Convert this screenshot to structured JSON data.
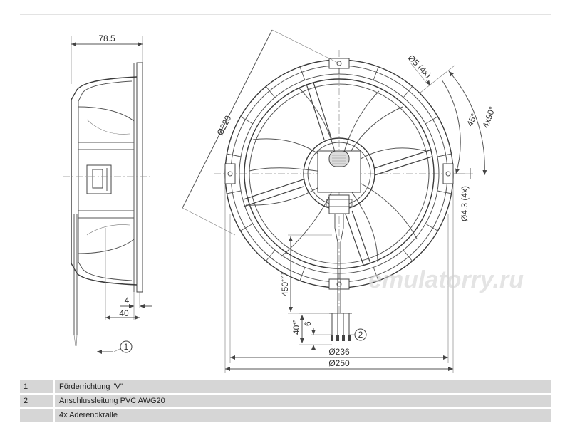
{
  "drawing": {
    "side_view": {
      "depth_label": "78.5",
      "small_label": "4",
      "offset_label": "40",
      "arrow_callout": "1"
    },
    "front_view": {
      "hole_label": "Ø5 (4x)",
      "pitch_label": "Ø220",
      "angle_label": "45°",
      "angle_pattern_label": "4x90°",
      "slot_label": "Ø4.3 (4x)",
      "cable_length_label": "450",
      "cable_length_tol": "+20",
      "strip_length_label": "40",
      "strip_length_tol": "±5",
      "strip_small_label": "6",
      "cable_callout": "2",
      "inner_dia_label": "Ø236",
      "outer_dia_label": "Ø250"
    },
    "watermark": "emulatorry.ru"
  },
  "legend": [
    {
      "num": "1",
      "text": "Förderrichtung \"V\""
    },
    {
      "num": "2",
      "text": "Anschlussleitung PVC AWG20"
    },
    {
      "num": "",
      "text": "4x Aderendkralle"
    }
  ]
}
